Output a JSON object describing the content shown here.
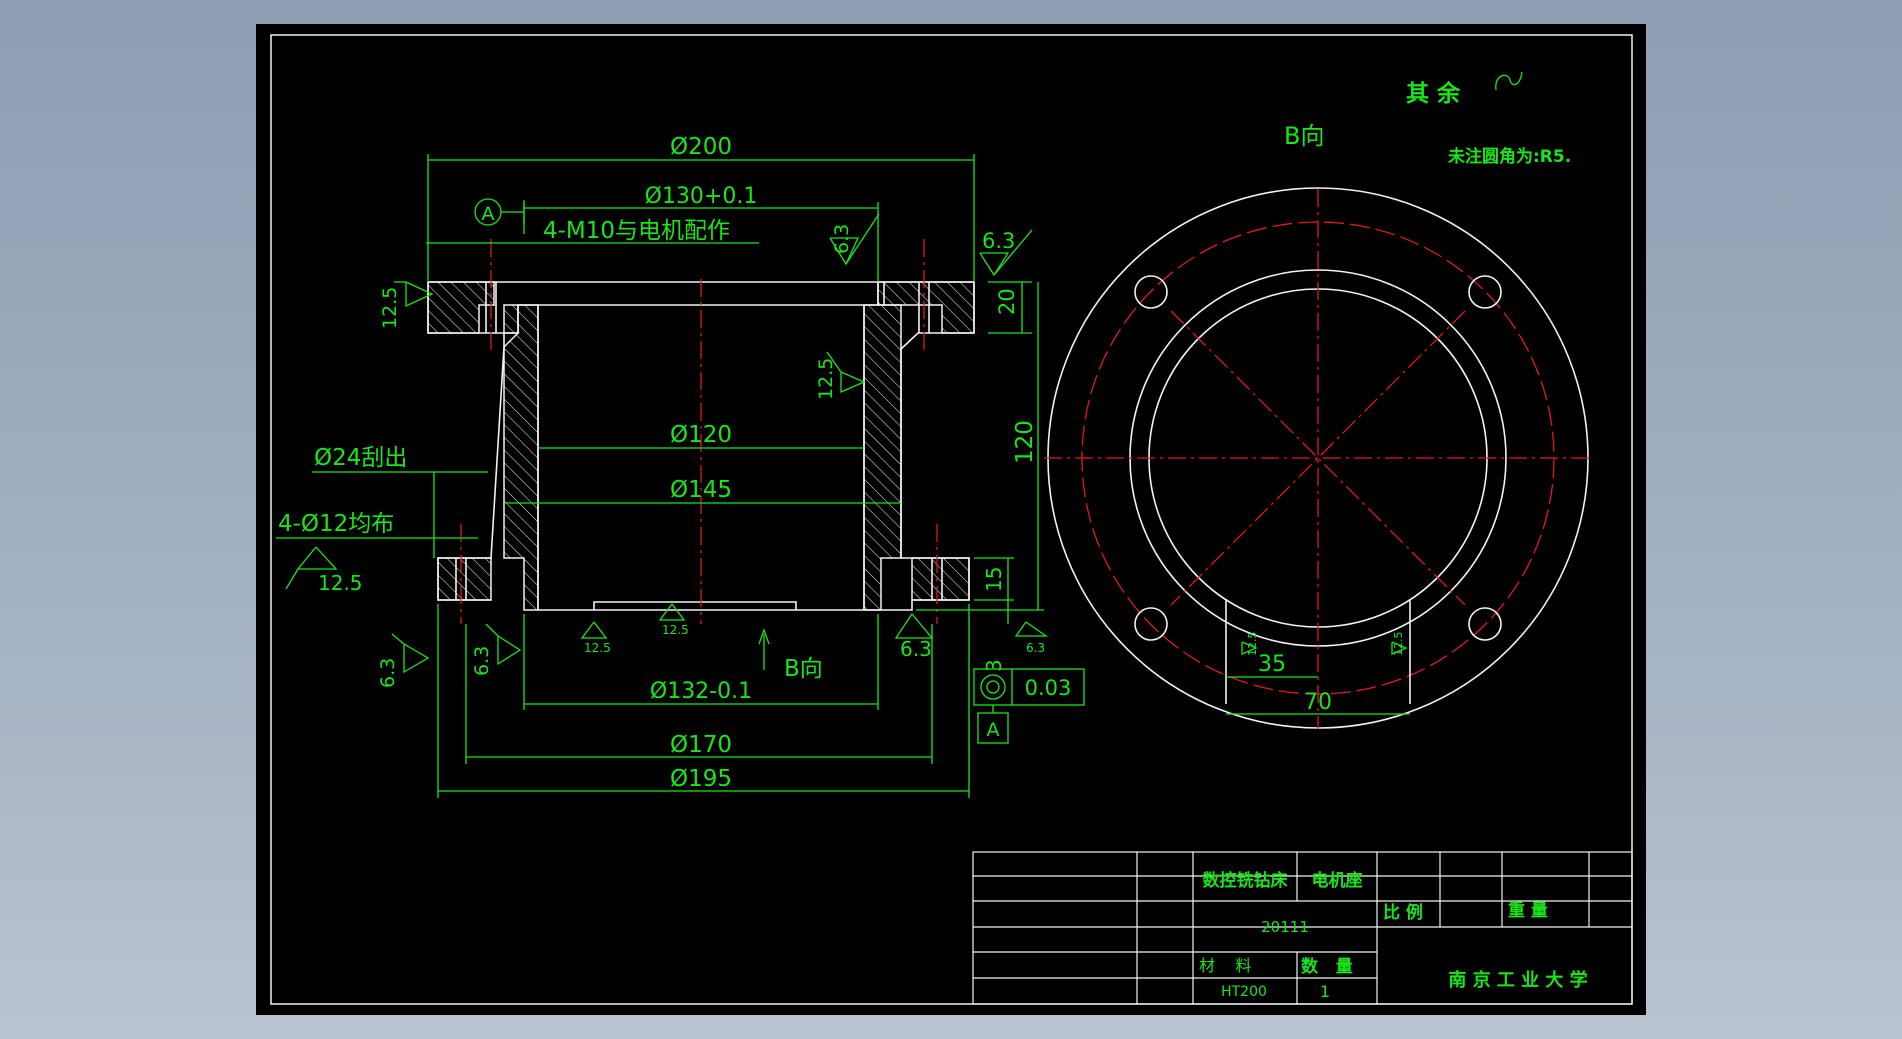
{
  "notes": {
    "rest_roughness_label": "其 余",
    "view_b_label": "B向",
    "fillet_note": "未注圆角为:R5."
  },
  "dimensions": {
    "d200": "Ø200",
    "d130": "Ø130+0.1",
    "thread_note": "4-M10与电机配作",
    "datum_a": "A",
    "rough_63_top": "6.3",
    "rough_63_right": "6.3",
    "rough_125_left": "12.5",
    "rough_125_mid": "12.5",
    "d120": "Ø120",
    "d145": "Ø145",
    "d24_note": "Ø24刮出",
    "holes_note": "4-Ø12均布",
    "rough_125_hole": "12.5",
    "h20": "20",
    "h120": "120",
    "h15": "15",
    "h3": "3",
    "rough_125_b1": "12.5",
    "rough_125_b2": "12.5",
    "rough_63_b": "6.3",
    "rough_63_r2": "6.3",
    "rough_63_l1": "6.3",
    "rough_63_l2": "6.3",
    "view_b_arrow": "B向",
    "d132": "Ø132-0.1",
    "tol_value": "0.03",
    "tol_datum": "A",
    "d170": "Ø170",
    "d195": "Ø195",
    "v35": "35",
    "v70": "70",
    "rough_side_1": "12.5",
    "rough_side_2": "12.5"
  },
  "title_block": {
    "machine": "数控铣钻床",
    "part": "电机座",
    "drawing_no": "20111",
    "scale_label": "比 例",
    "weight_label": "重 量",
    "material_label": "材    料",
    "qty_label": "数   量",
    "material": "HT200",
    "qty": "1",
    "school": "南 京 工 业 大 学"
  }
}
